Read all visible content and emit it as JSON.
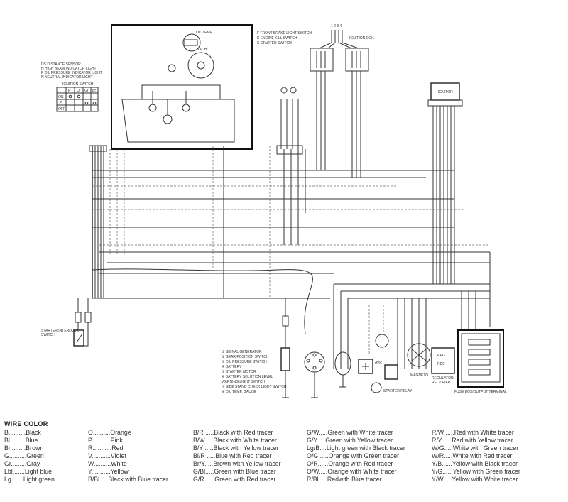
{
  "diagram": {
    "labels": {
      "oil_temp": "OIL TEMP",
      "tacho": "TACHO",
      "legend_top": [
        "DS  DISTANCE SENSOR",
        "H   HIGH BEAM INDICATOR LIGHT",
        "P   OIL PRESSURE INDICATOR LIGHT",
        "N   NEUTRAL INDICATOR LIGHT"
      ],
      "ignition_switch": "IGNITION SWITCH",
      "ign_table": {
        "header": [
          "",
          "R",
          "O",
          "Gr",
          "Br"
        ],
        "rows": [
          "ON",
          "P",
          "OFF"
        ]
      },
      "switches": [
        "F  FRONT BRAKE LIGHT SWITCH",
        "K  ENGINE KILL SWITCH",
        "S  STARTER SWITCH"
      ],
      "ignition_coil": "IGNITION COIL",
      "coil_top": "1 2 3 4",
      "ignitor": "IGNITOR",
      "starter_interlock": [
        "STARTER INTERLOCK",
        "SWITCH"
      ],
      "components": [
        "① SIGNAL GENERATOR",
        "② GEAR POSITION SWITCH",
        "③ OIL PRESSURE SWITCH",
        "④ BATTERY",
        "⑤ STARTER MOTOR",
        "⑥ BATTERY SOLUTION LEVEL",
        "   WARNING LIGHT SWITCH",
        "⑦ SIDE STAND CHECK LIGHT SWITCH",
        "⑧ OIL TEMP. GAUGE"
      ],
      "magneto": "MAGNETO",
      "reg": "REG",
      "rec": "REC",
      "regulator": [
        "REGULATOR/",
        "RECTIFIER"
      ],
      "starter_relay": "STARTER RELAY",
      "avr": "AVR",
      "fuse_box": "FUSE BOX/OUTPUT TERMINAL"
    }
  },
  "wire_color": {
    "title": "WIRE COLOR",
    "columns": [
      [
        "B..........Black",
        "Bl.........Blue",
        "Br.........Brown",
        "G..........Green",
        "Gr.........Gray",
        "Lbl.......Light blue",
        "Lg ......Light green"
      ],
      [
        "O..........Orange",
        "P...........Pink",
        "R...........Red",
        "V...........Violet",
        "W..........White",
        "Y...........Yellow",
        "B/Bl ....Black with Blue tracer"
      ],
      [
        "B/R .....Black with Red tracer",
        "B/W.....Black with White tracer",
        "B/Y .....Black with Yellow tracer",
        "Bl/R .....Blue with Red tracer",
        "Br/Y.....Brown with Yellow tracer",
        "G/Bl.....Green with Blue tracer",
        "G/R......Green with Red tracer"
      ],
      [
        "G/W.....Green with White tracer",
        "G/Y.....Green with Yellow tracer",
        "Lg/B....Light green with Black tracer",
        "O/G .....Orange with Green tracer",
        "O/R......Orange with Red tracer",
        "O/W.....Orange with White tracer",
        "R/Bl ....Redwith Blue tracer"
      ],
      [
        "R/W .....Red with White tracer",
        "R/Y......Red with Yellow tracer",
        "W/G.....White with Green tracer",
        "W/R.....White with Red tracer",
        "Y/B......Yellow with Black tracer",
        "Y/G......Yellow with Green tracer",
        "Y/W.....Yellow with White tracer"
      ]
    ]
  }
}
